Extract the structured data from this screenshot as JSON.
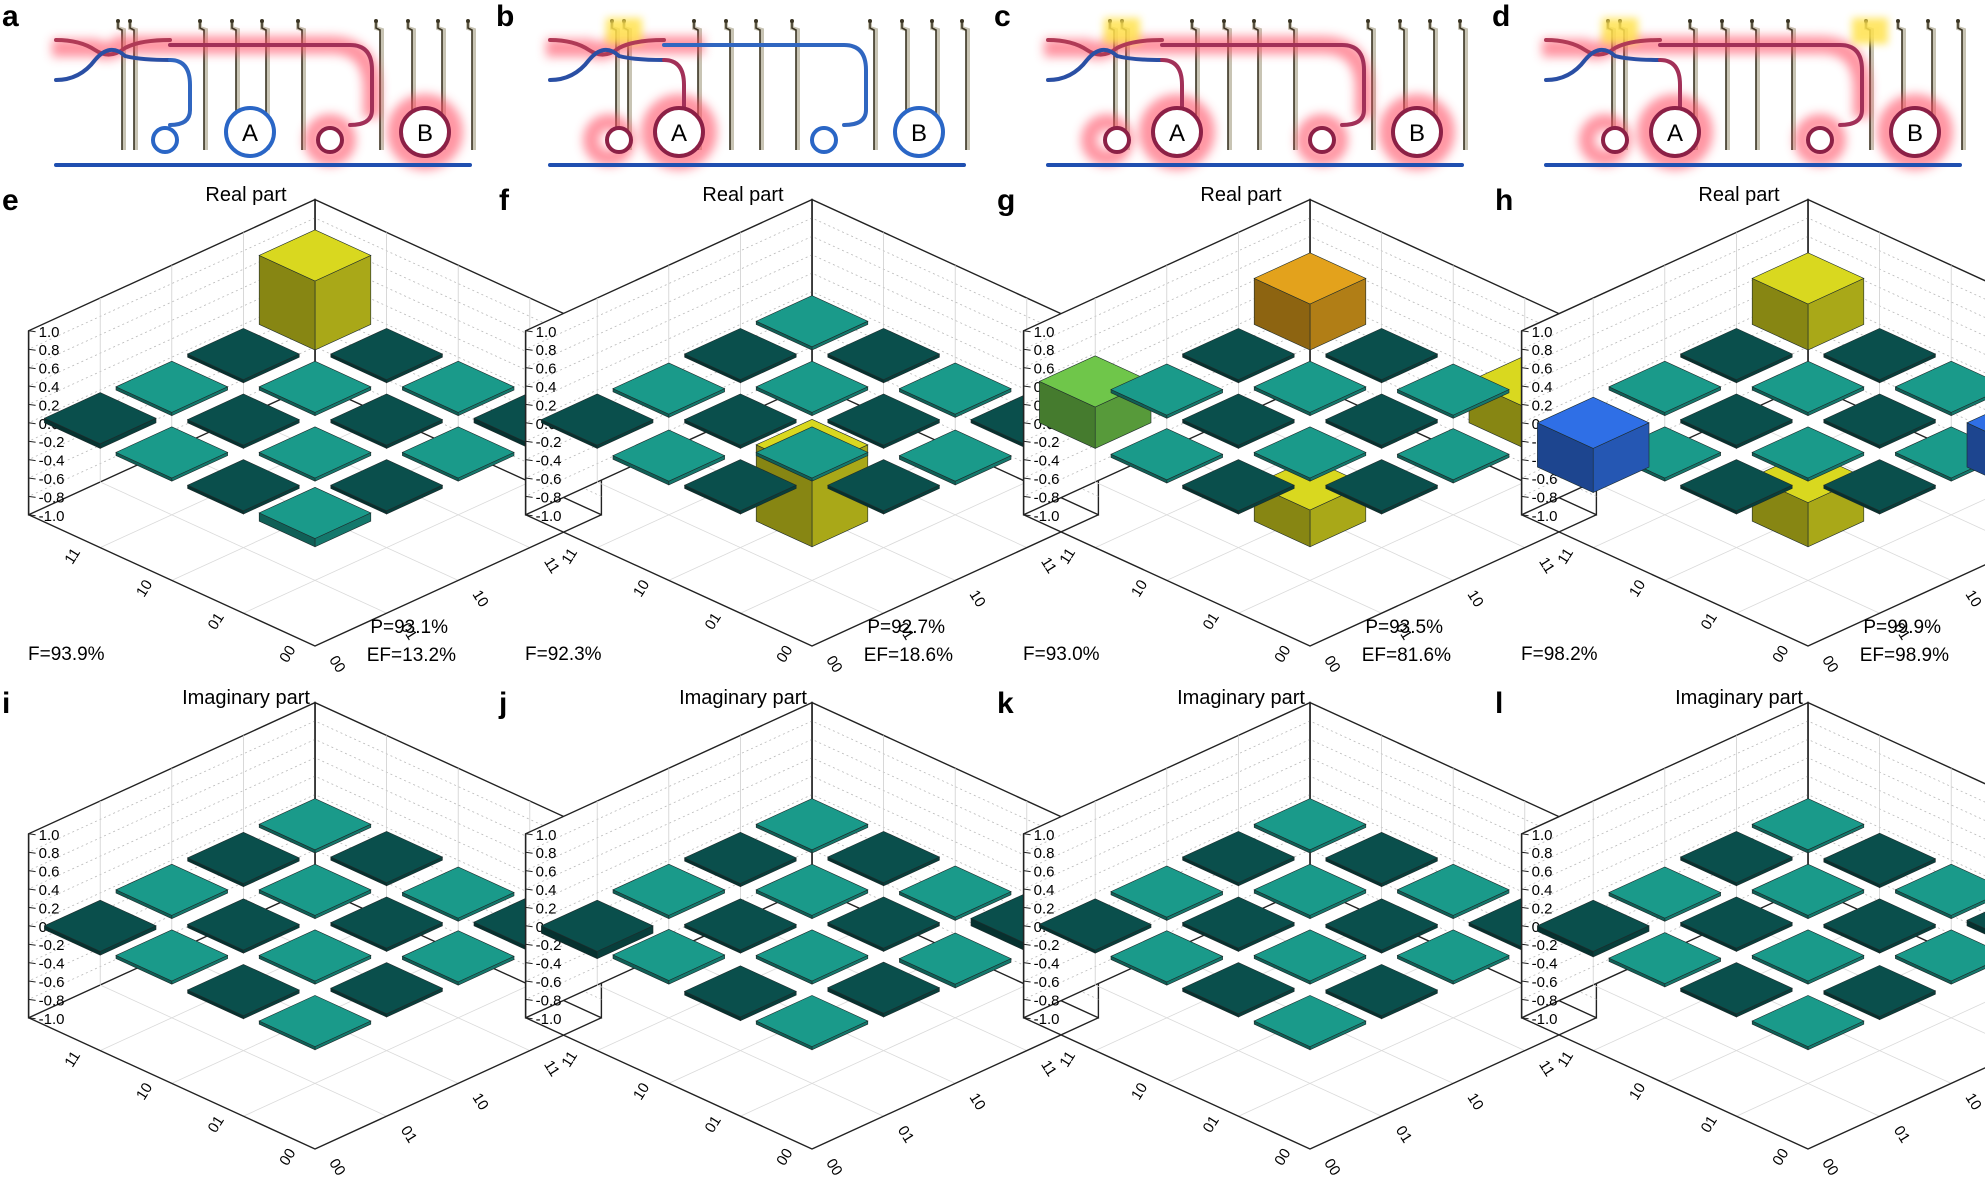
{
  "figure": {
    "panel_letters": {
      "circuits": [
        "a",
        "b",
        "c",
        "d"
      ],
      "real": [
        "e",
        "f",
        "g",
        "h"
      ],
      "imag": [
        "i",
        "j",
        "k",
        "l"
      ]
    },
    "ring_labels": [
      "A",
      "B"
    ],
    "row_titles": {
      "real": "Real part",
      "imag": "Imaginary part"
    },
    "z_ticks": [
      "1.0",
      "0.8",
      "0.6",
      "0.4",
      "0.2",
      "0.0",
      "-0.2",
      "-0.4",
      "-0.6",
      "-0.8",
      "-1.0"
    ],
    "basis_ticks": [
      "00",
      "01",
      "10",
      "11"
    ],
    "colors": {
      "waveguide": "#1f4fb0",
      "waveguide_light": "#4f93e0",
      "glow": "#ff4d63",
      "heater": "#ffe24d",
      "bar_small": "#1a9a8a",
      "bar_dark": "#0a4f4c",
      "bar_pos": "#d9d81f",
      "bar_neg": "#2f6fe6"
    }
  },
  "circuits": [
    {
      "glow": "A_off_B_on",
      "heaters": []
    },
    {
      "glow": "A_on_B_off",
      "heaters": [
        "input"
      ]
    },
    {
      "glow": "both",
      "heaters": [
        "input"
      ]
    },
    {
      "glow": "both",
      "heaters": [
        "input",
        "mid"
      ]
    }
  ],
  "chart_data": [
    {
      "type": "bar3d",
      "panel": "e",
      "title": "Real part",
      "basis": [
        "00",
        "01",
        "10",
        "11"
      ],
      "zlim": [
        -1,
        1
      ],
      "F": "F=93.9%",
      "P": "P=93.1%",
      "EF": "EF=13.2%",
      "values": [
        [
          0.75,
          0.02,
          0.03,
          0.05
        ],
        [
          0.02,
          0.02,
          0.01,
          0.03
        ],
        [
          0.03,
          0.01,
          0.02,
          0.02
        ],
        [
          0.05,
          0.03,
          0.02,
          0.09
        ]
      ]
    },
    {
      "type": "bar3d",
      "panel": "f",
      "title": "Real part",
      "basis": [
        "00",
        "01",
        "10",
        "11"
      ],
      "zlim": [
        -1,
        1
      ],
      "F": "F=92.3%",
      "P": "P=92.7%",
      "EF": "EF=18.6%",
      "values": [
        [
          0.02,
          0.01,
          -0.02,
          0.03
        ],
        [
          0.01,
          0.02,
          0.01,
          -0.04
        ],
        [
          -0.02,
          0.01,
          0.02,
          0.02
        ],
        [
          0.03,
          -0.04,
          0.02,
          0.83
        ]
      ]
    },
    {
      "type": "bar3d",
      "panel": "g",
      "title": "Real part",
      "basis": [
        "00",
        "01",
        "10",
        "11"
      ],
      "zlim": [
        -1,
        1
      ],
      "F": "F=93.0%",
      "P": "P=93.5%",
      "EF": "EF=81.6%",
      "values": [
        [
          0.5,
          0.02,
          -0.03,
          0.45
        ],
        [
          0.02,
          0.02,
          0.01,
          -0.02
        ],
        [
          -0.03,
          0.01,
          0.02,
          0.02
        ],
        [
          0.45,
          -0.02,
          0.02,
          0.4
        ]
      ]
    },
    {
      "type": "bar3d",
      "panel": "h",
      "title": "Real part",
      "basis": [
        "00",
        "01",
        "10",
        "11"
      ],
      "zlim": [
        -1,
        1
      ],
      "F": "F=98.2%",
      "P": "P=99.9%",
      "EF": "EF=98.9%",
      "values": [
        [
          0.5,
          0.02,
          0.03,
          -0.48
        ],
        [
          0.02,
          0.01,
          0.01,
          0.02
        ],
        [
          0.03,
          0.01,
          0.02,
          0.01
        ],
        [
          -0.48,
          0.02,
          0.01,
          0.48
        ]
      ]
    },
    {
      "type": "bar3d",
      "panel": "i",
      "title": "Imaginary part",
      "basis": [
        "00",
        "01",
        "10",
        "11"
      ],
      "zlim": [
        -1,
        1
      ],
      "values": [
        [
          0,
          0.01,
          -0.03,
          0.04
        ],
        [
          -0.01,
          0,
          0.02,
          -0.01
        ],
        [
          0.03,
          -0.02,
          0,
          0.02
        ],
        [
          -0.04,
          0.01,
          -0.02,
          0
        ]
      ]
    },
    {
      "type": "bar3d",
      "panel": "j",
      "title": "Imaginary part",
      "basis": [
        "00",
        "01",
        "10",
        "11"
      ],
      "zlim": [
        -1,
        1
      ],
      "values": [
        [
          0,
          0.01,
          -0.02,
          0.08
        ],
        [
          -0.01,
          0,
          0.02,
          -0.04
        ],
        [
          0.02,
          -0.02,
          0,
          0.04
        ],
        [
          -0.08,
          0.04,
          -0.04,
          0
        ]
      ]
    },
    {
      "type": "bar3d",
      "panel": "k",
      "title": "Imaginary part",
      "basis": [
        "00",
        "01",
        "10",
        "11"
      ],
      "zlim": [
        -1,
        1
      ],
      "values": [
        [
          0,
          -0.01,
          0.02,
          0.02
        ],
        [
          0.01,
          0,
          -0.02,
          0.01
        ],
        [
          -0.02,
          0.02,
          0,
          -0.02
        ],
        [
          -0.02,
          -0.01,
          0.02,
          0
        ]
      ]
    },
    {
      "type": "bar3d",
      "panel": "l",
      "title": "Imaginary part",
      "basis": [
        "00",
        "01",
        "10",
        "11"
      ],
      "zlim": [
        -1,
        1
      ],
      "values": [
        [
          0,
          -0.02,
          0.03,
          0.06
        ],
        [
          0.02,
          0,
          -0.02,
          0.03
        ],
        [
          -0.03,
          0.02,
          0,
          -0.03
        ],
        [
          -0.06,
          -0.03,
          0.03,
          0
        ]
      ]
    }
  ]
}
